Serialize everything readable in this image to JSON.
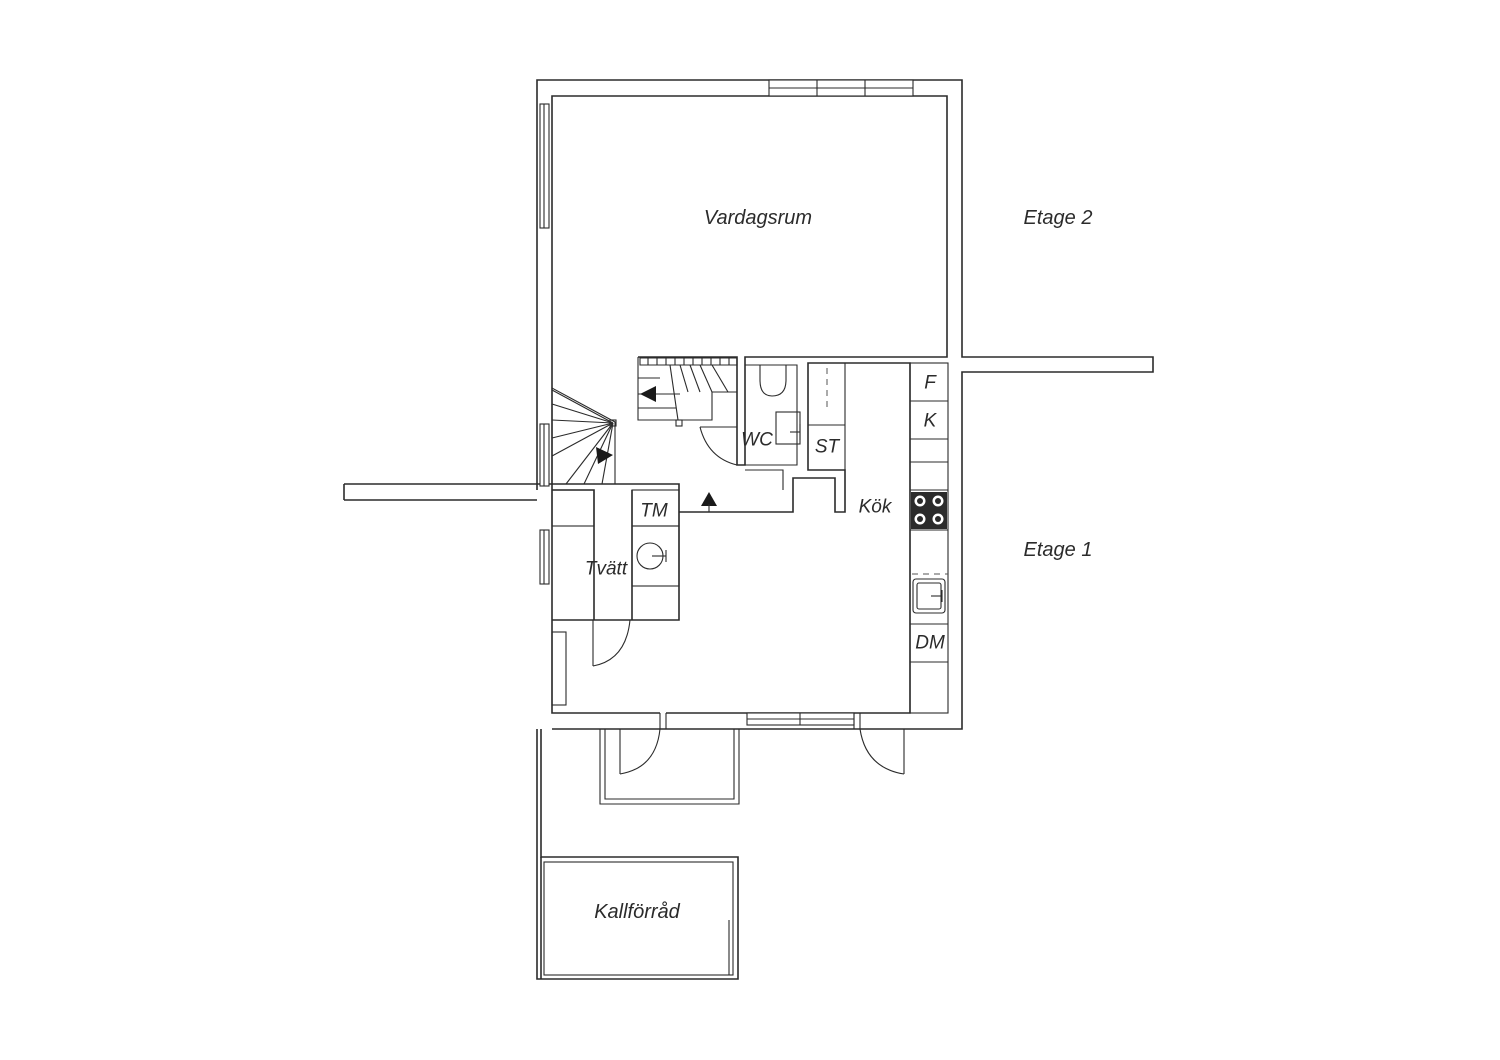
{
  "rooms": {
    "vardagsrum": "Vardagsrum",
    "wc": "WC",
    "st": "ST",
    "kok": "Kök",
    "tm": "TM",
    "tvatt": "Tvätt",
    "kallforrad": "Kallförråd"
  },
  "appliances": {
    "fridge": "F",
    "freezer": "K",
    "dishwasher": "DM"
  },
  "levels": {
    "upper": "Etage 2",
    "lower": "Etage 1"
  },
  "colors": {
    "line": "#2b2b2b",
    "background": "#ffffff",
    "stove": "#2b2b2b"
  }
}
